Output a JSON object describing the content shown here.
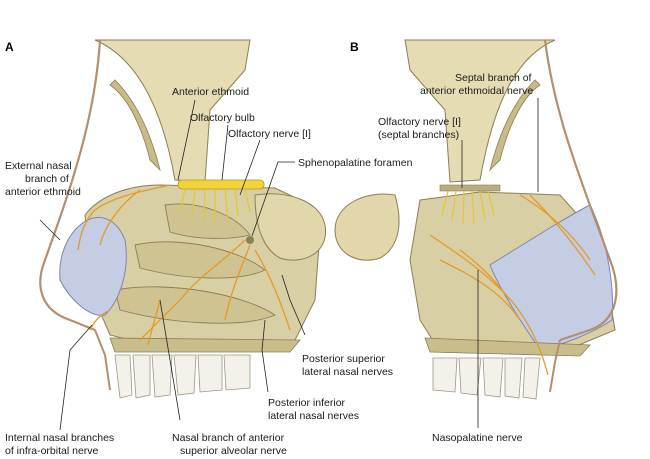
{
  "panels": {
    "a": "A",
    "b": "B"
  },
  "labels_a": {
    "anterior_ethmoid": "Anterior ethmoid",
    "olfactory_bulb": "Olfactory bulb",
    "olfactory_nerve": "Olfactory nerve [I]",
    "sphenopalatine_foramen": "Sphenopalatine foramen",
    "external_nasal_1": "External nasal",
    "external_nasal_2": "branch of",
    "external_nasal_3": "anterior ethmoid",
    "post_sup_1": "Posterior superior",
    "post_sup_2": "lateral nasal nerves",
    "post_inf_1": "Posterior inferior",
    "post_inf_2": "lateral nasal nerves",
    "internal_nasal_1": "Internal nasal branches",
    "internal_nasal_2": "of infra-orbital nerve",
    "nasal_branch_1": "Nasal branch of anterior",
    "nasal_branch_2": "superior alveolar nerve"
  },
  "labels_b": {
    "septal_branch_1": "Septal branch of",
    "septal_branch_2": "anterior ethmoidal nerve",
    "olf_septal_1": "Olfactory nerve [I]",
    "olf_septal_2": "(septal branches)",
    "nasopalatine": "Nasopalatine nerve"
  },
  "colors": {
    "bone": "#d9cfa4",
    "bone_dark": "#b9ad7f",
    "cartilage": "#c4cde4",
    "nerve": "#e39a2a",
    "olfactory": "#f2d43a",
    "teeth": "#f4f1ea",
    "leader": "#222222"
  }
}
